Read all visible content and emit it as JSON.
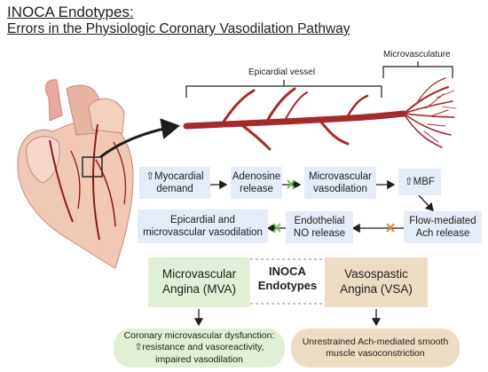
{
  "title": {
    "line1": "INOCA Endotypes:",
    "line2": "Errors in the Physiologic Coronary Vasodilation Pathway"
  },
  "labels": {
    "epicardial_vessel": "Epicardial vessel",
    "microvasculature": "Microvasculature"
  },
  "pathway": {
    "myocardial_demand": "⇧Myocardial demand",
    "adenosine_release": "Adenosine release",
    "microvascular_vasodilation": "Microvascular vasodilation",
    "mbf": "⇧MBF",
    "flow_mediated": "Flow-mediated Ach release",
    "endothelial_no": "Endothelial NO release",
    "epicardial_micro": "Epicardial and microvascular vasodilation"
  },
  "endotypes": {
    "center_label": "INOCA Endotypes",
    "mva": "Microvascular Angina (MVA)",
    "vsa": "Vasospastic Angina (VSA)",
    "mva_desc": "Coronary microvascular dysfunction: ⇧resistance and vasoreactivity, impaired vasodilation",
    "vsa_desc": "Unrestrained Ach-mediated smooth muscle vasoconstriction"
  },
  "colors": {
    "box_blue": "#e4ecf8",
    "green": "#e1efd6",
    "tan": "#ecdcc4",
    "vessel_red": "#a52a2a",
    "x_green": "#6bbf59",
    "x_orange": "#e8822e"
  },
  "icons": [
    "heart-illustration",
    "vessel-illustration",
    "x-mark-icon"
  ]
}
